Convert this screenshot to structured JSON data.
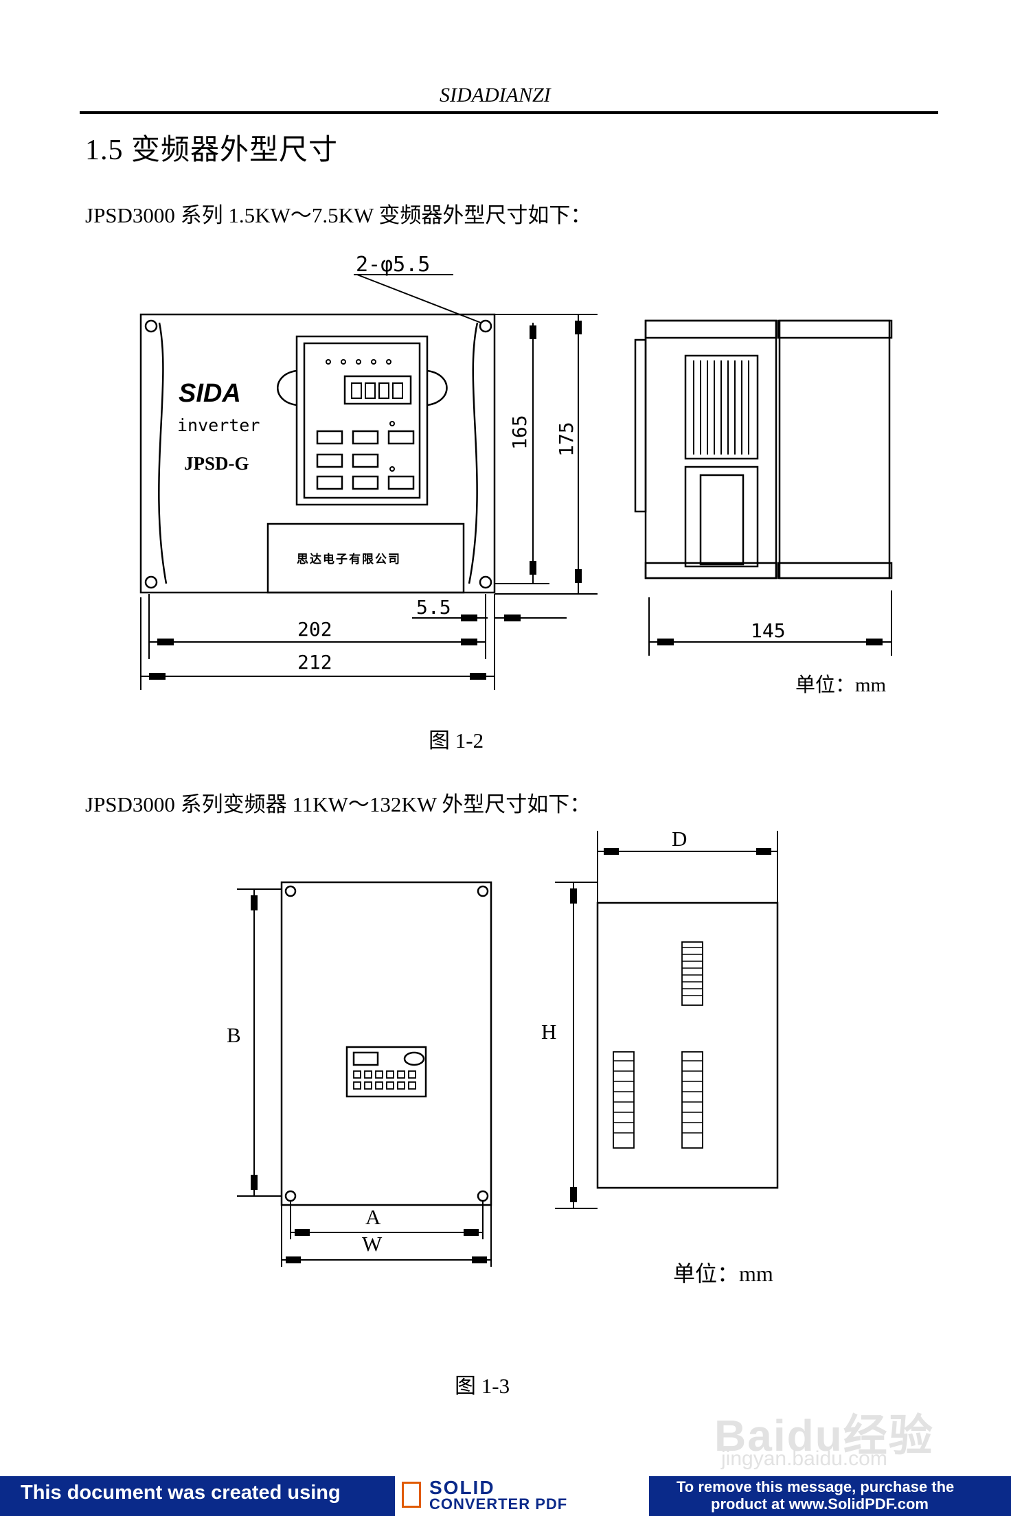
{
  "header": {
    "text": "SIDADIANZI"
  },
  "section": {
    "title": "1.5  变频器外型尺寸"
  },
  "para1": "JPSD3000 系列 1.5KW～7.5KW 变频器外型尺寸如下：",
  "para2": "JPSD3000 系列变频器 11KW～132KW 外型尺寸如下：",
  "figure1": {
    "hole_label": "2-φ5.5",
    "logo": "SIDA",
    "inverter": "inverter",
    "model": "JPSD-G",
    "nameplate": "思达电子有限公司",
    "dim_165": "165",
    "dim_175": "175",
    "dim_5_5": "5.5",
    "dim_202": "202",
    "dim_212": "212",
    "dim_145": "145",
    "unit": "单位：mm",
    "caption": "图 1-2"
  },
  "figure2": {
    "label_D": "D",
    "label_B": "B",
    "label_H": "H",
    "label_A": "A",
    "label_W": "W",
    "unit": "单位：mm",
    "caption": "图 1-3"
  },
  "watermark": {
    "brand": "Baidu经验",
    "url": "jingyan.baidu.com"
  },
  "footer": {
    "left": "This document was created using",
    "logo_line1": "SOLID",
    "logo_line2": "CONVERTER PDF",
    "right_line1": "To remove this message, purchase the",
    "right_line2": "product at www.SolidPDF.com"
  }
}
